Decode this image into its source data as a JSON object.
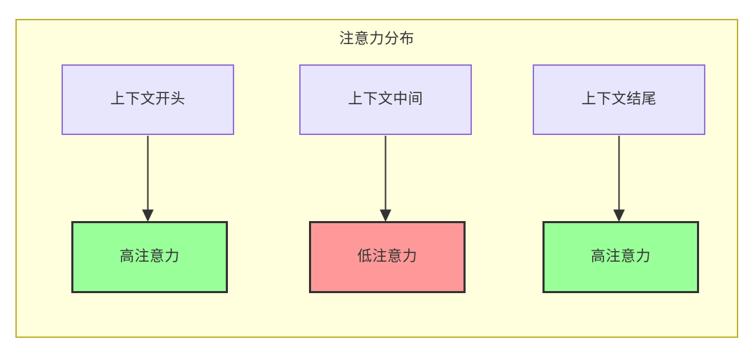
{
  "diagram": {
    "title": "注意力分布",
    "container": {
      "name": "attention-distribution-subgraph",
      "fill": "#ffffdd",
      "border": "#bfb330"
    },
    "palette": {
      "context_fill": "#e7e6fd",
      "context_border": "#9370db",
      "high_attention_fill": "#99ff99",
      "low_attention_fill": "#ff9999",
      "outcome_border": "#333333",
      "text": "#333333",
      "edge": "#333333"
    },
    "columns": [
      {
        "id": "start",
        "context_label": "上下文开头",
        "outcome_label": "高注意力",
        "outcome_level": "high"
      },
      {
        "id": "middle",
        "context_label": "上下文中间",
        "outcome_label": "低注意力",
        "outcome_level": "low"
      },
      {
        "id": "end",
        "context_label": "上下文结尾",
        "outcome_label": "高注意力",
        "outcome_level": "high"
      }
    ],
    "edges": [
      {
        "from": "上下文开头",
        "to": "高注意力",
        "arrow": "down"
      },
      {
        "from": "上下文中间",
        "to": "低注意力",
        "arrow": "down"
      },
      {
        "from": "上下文结尾",
        "to": "高注意力",
        "arrow": "down"
      }
    ]
  }
}
